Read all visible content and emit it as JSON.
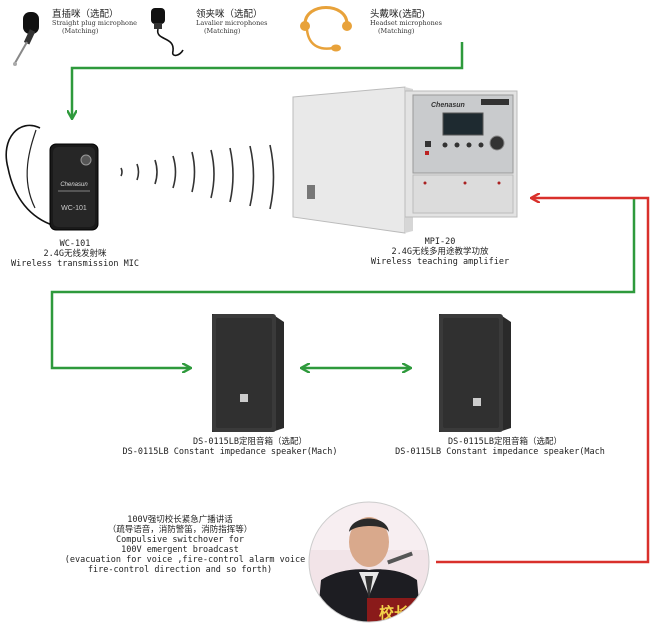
{
  "mics": [
    {
      "title": "直插咪（选配）",
      "sub1": "Straight plug microphone",
      "sub2": "(Matching)"
    },
    {
      "title": "领夹咪（选配）",
      "sub1": "Lavalier microphones",
      "sub2": "(Matching)"
    },
    {
      "title": "头戴咪(选配)",
      "sub1": "Headset microphones",
      "sub2": "(Matching)"
    }
  ],
  "transmitter": {
    "model": "WC-101",
    "name_cn": "2.4G无线发射咪",
    "name_en": "Wireless transmission MIC",
    "device_brand": "Chenasun",
    "device_label": "WC-101"
  },
  "amplifier": {
    "model": "MPI-20",
    "name_cn": "2.4G无线多用途教学功放",
    "name_en": "Wireless teaching amplifier",
    "device_brand": "Chenasun"
  },
  "speaker_left": {
    "line1": "DS-0115LB定阻音箱（选配）",
    "line2": "DS-0115LB  Constant impedance speaker(Mach)"
  },
  "speaker_right": {
    "line1": "DS-0115LB定阻音箱（选配）",
    "line2": "DS-0115LB  Constant impedance speaker(Mach"
  },
  "broadcast": {
    "line1": "100V强切校长紧急广播讲话",
    "line2": "（疏导语音，消防警笛，消防指挥等）",
    "line3": "Compulsive switchover for",
    "line4": "100V emergent broadcast",
    "line5": "(evacuation for voice ,fire-control alarm voice",
    "line6": "fire-control direction and so forth)",
    "badge": "校长"
  },
  "colors": {
    "green": "#2e9a3c",
    "red": "#d9302b"
  }
}
